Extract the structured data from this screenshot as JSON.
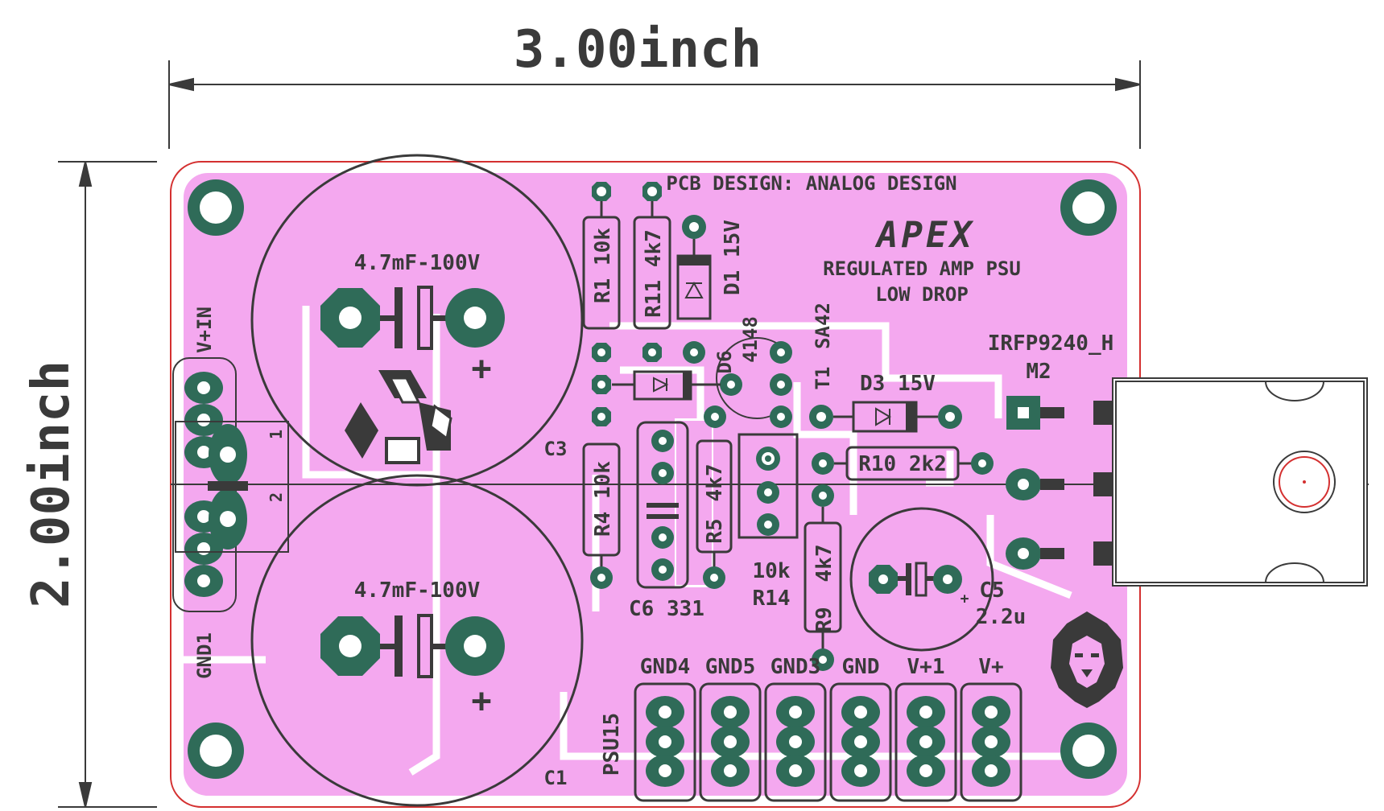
{
  "dimensions": {
    "width_label": "3.00inch",
    "height_label": "2.00inch"
  },
  "header": {
    "design_credit": "PCB DESIGN: ANALOG DESIGN",
    "brand": "APEX",
    "title_line1": "REGULATED AMP PSU",
    "title_line2": "LOW DROP"
  },
  "components": {
    "c_top_value": "4.7mF-100V",
    "c_bottom_value": "4.7mF-100V",
    "c1": "C1",
    "c3": "C3",
    "c6": "C6 331",
    "c5": "C5",
    "c5_value": "2.2u",
    "r1": "R1",
    "r1_value": "10k",
    "r11": "R11",
    "r11_value": "4k7",
    "d1": "D1",
    "d1_value": "15V",
    "d6": "D6",
    "d6_value": "4148",
    "t1": "T1",
    "t1_value": "SA42",
    "d3": "D3 15V",
    "r10": "R10 2k2",
    "r4": "R4",
    "r4_value": "10k",
    "r5": "R5",
    "r5_value": "4k7",
    "r14_value": "10k",
    "r14": "R14",
    "r9": "R9",
    "r9_value": "4k7",
    "mosfet": "IRFP9240_H",
    "m2": "M2",
    "vin": "V+IN",
    "gnd1": "GND1",
    "psu15": "PSU15",
    "pin1": "1",
    "pin2": "2",
    "plus": "+"
  },
  "connectors": [
    "GND4",
    "GND5",
    "GND3",
    "GND",
    "V+1",
    "V+"
  ],
  "colors": {
    "board": "#f4a8ef",
    "copper_pad": "#2f6b58",
    "silk": "#3a3a3a",
    "outline": "#d43030"
  }
}
